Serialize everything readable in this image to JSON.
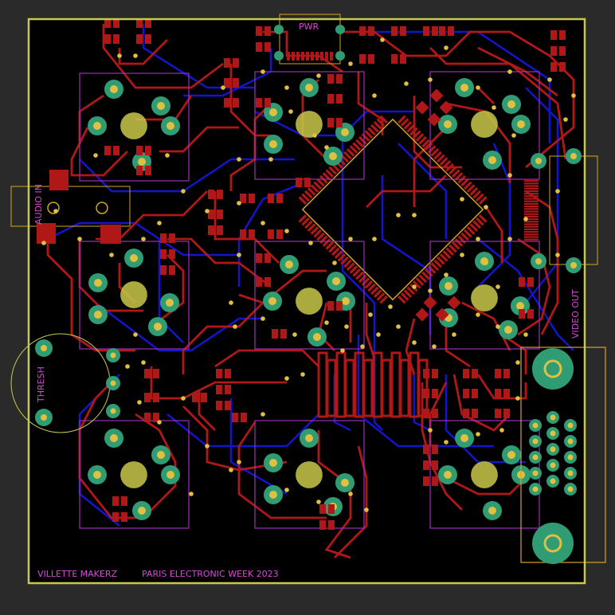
{
  "board": {
    "background_color": "#2a2a2a",
    "board_fill_color": "#000000",
    "edge_cut_color": "#c8c84a",
    "front_copper_color": "#b01818",
    "back_copper_color": "#1414c8",
    "pad_color": "#2f9c74",
    "via_color": "#e0c040",
    "silkscreen_color": "#d24bd2",
    "courtyard_color": "#9b2fb8",
    "outline_color": "#d4a520"
  },
  "labels": {
    "pwr": "PWR",
    "audio_in": "AUDIO IN",
    "thresh": "THRESH",
    "video_out": "VIDEO OUT",
    "maker": "VILLETTE MAKERZ",
    "event": "PARIS ELECTRONIC WEEK 2023"
  },
  "components": {
    "potentiometers": [
      "pot-top-left",
      "pot-top-center",
      "pot-top-right",
      "pot-mid-left",
      "pot-mid-center",
      "pot-mid-right",
      "pot-bottom-left",
      "pot-bottom-center",
      "pot-bottom-right"
    ],
    "main_ic": "qfp-microcontroller",
    "connectors": [
      "audio-jack",
      "power-header",
      "video-header",
      "vga-connector",
      "threshold-pot"
    ]
  }
}
